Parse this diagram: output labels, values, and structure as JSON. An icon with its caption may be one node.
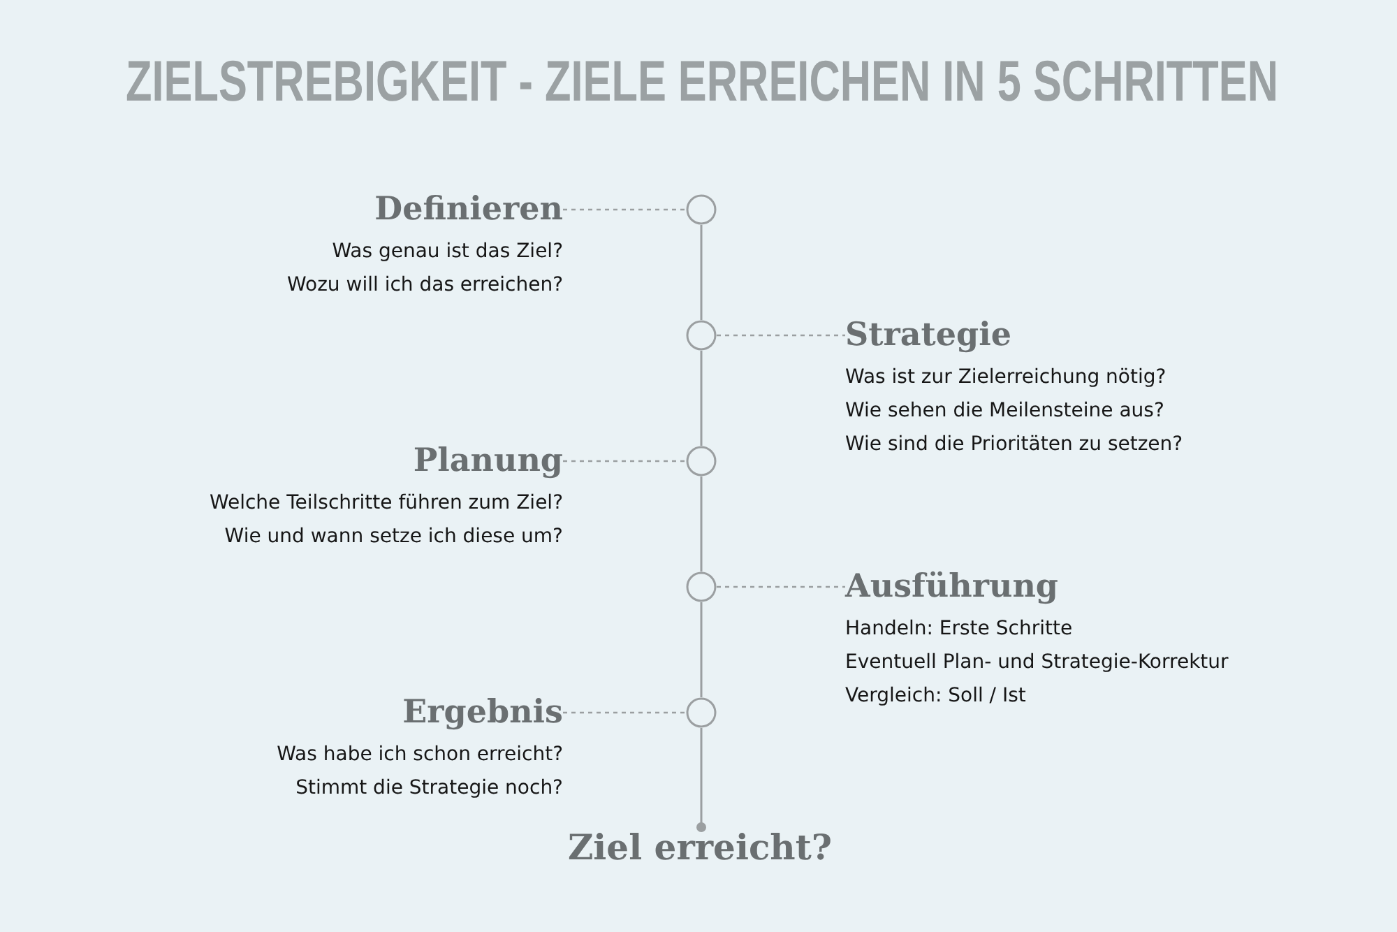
{
  "diagram": {
    "title": "ZIELSTREBIGKEIT - ZIELE ERREICHEN IN 5 SCHRITTEN",
    "nodes": [
      {
        "text": [
          "Definieren",
          "Was genau ist das Ziel?",
          "Wozu will ich das erreichen?"
        ]
      },
      {
        "text": [],
        "shape": "circle"
      },
      {
        "text": [],
        "shape": "circle"
      },
      {
        "text": [
          "Strategie",
          "Was ist zur Zielerreichung nötig?",
          "Wie sehen die Meilensteine aus?",
          "Wie sind die Prioritäten zu setzen?"
        ]
      },
      {
        "text": [
          "Planung",
          "Welche Teilschritte führen zum Ziel?",
          "Wie und wann setze ich diese um?"
        ]
      },
      {
        "text": [],
        "shape": "circle"
      },
      {
        "text": [],
        "shape": "circle"
      },
      {
        "text": [
          "Ausführung",
          "Handeln: Erste Schritte",
          "Eventuell Plan- und Strategie-Korrektur",
          "Vergleich: Soll / Ist"
        ]
      },
      {
        "text": [
          "Ergebnis",
          "Was habe ich schon erreicht?",
          "Stimmt die Strategie noch?"
        ]
      },
      {
        "text": [],
        "shape": "circle"
      },
      {
        "text": [
          "Ziel erreicht?"
        ]
      }
    ],
    "edges": [
      {
        "from": 0,
        "to": 1,
        "arrow": "none",
        "style": "dashed"
      },
      {
        "from": 1,
        "to": 2,
        "arrow": "none"
      },
      {
        "from": 2,
        "to": 3,
        "arrow": "none",
        "style": "dashed"
      },
      {
        "from": 2,
        "to": 5,
        "arrow": "none"
      },
      {
        "from": 4,
        "to": 5,
        "arrow": "none",
        "style": "dashed"
      },
      {
        "from": 5,
        "to": 6,
        "arrow": "none"
      },
      {
        "from": 6,
        "to": 7,
        "arrow": "none",
        "style": "dashed"
      },
      {
        "from": 6,
        "to": 9,
        "arrow": "none"
      },
      {
        "from": 8,
        "to": 9,
        "arrow": "none",
        "style": "dashed"
      },
      {
        "from": 9,
        "to": 10,
        "arrow": "other"
      }
    ]
  }
}
